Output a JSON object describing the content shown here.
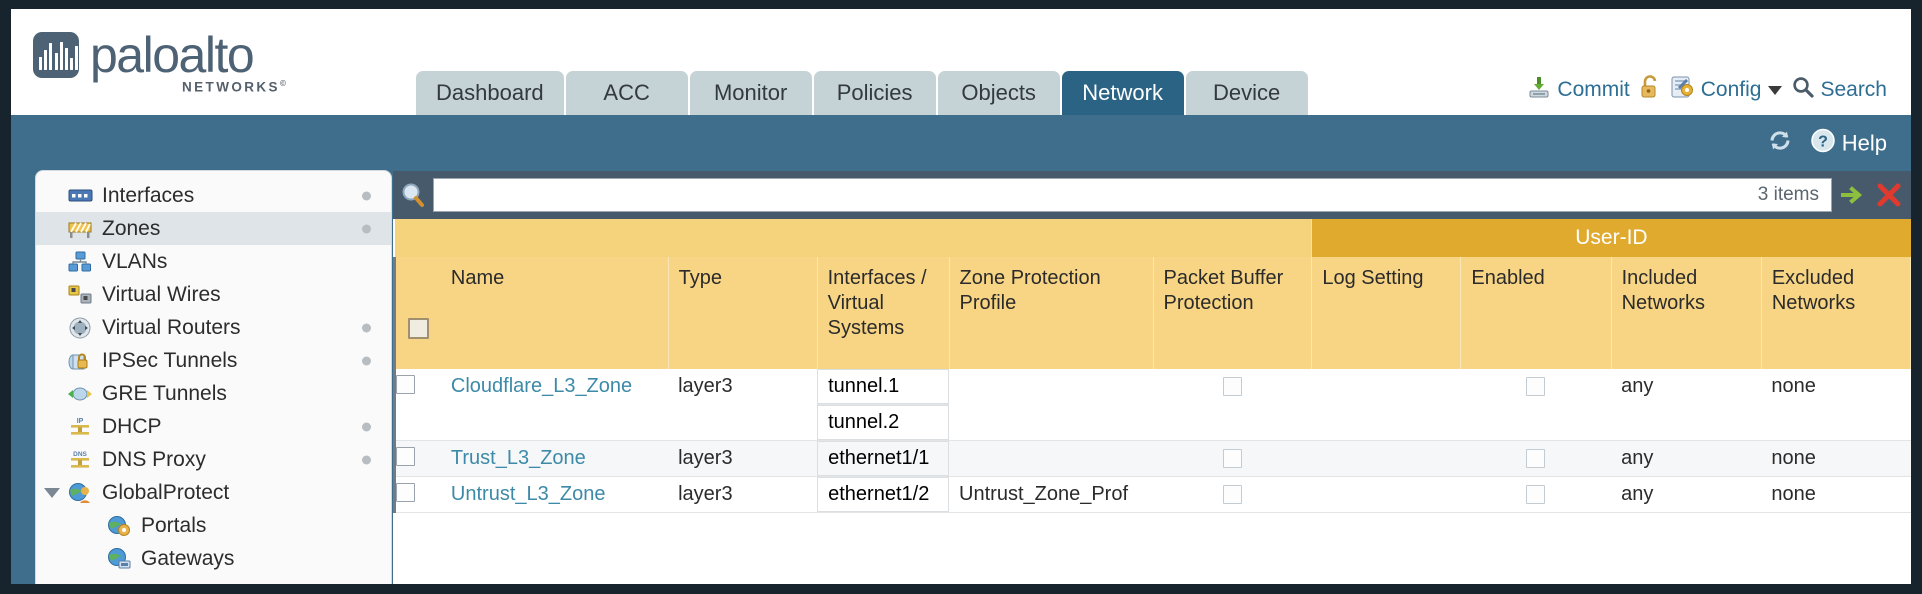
{
  "brand": {
    "name": "paloalto",
    "tagline": "NETWORKS",
    "registered": "©"
  },
  "header": {
    "tabs": [
      {
        "label": "Dashboard",
        "active": false
      },
      {
        "label": "ACC",
        "active": false
      },
      {
        "label": "Monitor",
        "active": false
      },
      {
        "label": "Policies",
        "active": false
      },
      {
        "label": "Objects",
        "active": false
      },
      {
        "label": "Network",
        "active": true
      },
      {
        "label": "Device",
        "active": false
      }
    ],
    "actions": {
      "commit": "Commit",
      "config": "Config",
      "search": "Search"
    }
  },
  "subbar": {
    "help": "Help"
  },
  "sidebar": {
    "items": [
      {
        "label": "Interfaces",
        "icon": "interfaces-icon",
        "selected": false,
        "dot": true,
        "sub": false,
        "arrow": false
      },
      {
        "label": "Zones",
        "icon": "zones-icon",
        "selected": true,
        "dot": true,
        "sub": false,
        "arrow": false
      },
      {
        "label": "VLANs",
        "icon": "vlans-icon",
        "selected": false,
        "dot": false,
        "sub": false,
        "arrow": false
      },
      {
        "label": "Virtual Wires",
        "icon": "virtual-wires-icon",
        "selected": false,
        "dot": false,
        "sub": false,
        "arrow": false
      },
      {
        "label": "Virtual Routers",
        "icon": "virtual-routers-icon",
        "selected": false,
        "dot": true,
        "sub": false,
        "arrow": false
      },
      {
        "label": "IPSec Tunnels",
        "icon": "ipsec-tunnels-icon",
        "selected": false,
        "dot": true,
        "sub": false,
        "arrow": false
      },
      {
        "label": "GRE Tunnels",
        "icon": "gre-tunnels-icon",
        "selected": false,
        "dot": false,
        "sub": false,
        "arrow": false
      },
      {
        "label": "DHCP",
        "icon": "dhcp-icon",
        "selected": false,
        "dot": true,
        "sub": false,
        "arrow": false
      },
      {
        "label": "DNS Proxy",
        "icon": "dns-proxy-icon",
        "selected": false,
        "dot": true,
        "sub": false,
        "arrow": false
      },
      {
        "label": "GlobalProtect",
        "icon": "globalprotect-icon",
        "selected": false,
        "dot": false,
        "sub": false,
        "arrow": true
      },
      {
        "label": "Portals",
        "icon": "portals-icon",
        "selected": false,
        "dot": false,
        "sub": true,
        "arrow": false
      },
      {
        "label": "Gateways",
        "icon": "gateways-icon",
        "selected": false,
        "dot": false,
        "sub": true,
        "arrow": false
      }
    ]
  },
  "search": {
    "value": "",
    "placeholder": "",
    "items_count": "3 items"
  },
  "table": {
    "group_header": {
      "user_id": "User-ID"
    },
    "columns": [
      "Name",
      "Type",
      "Interfaces / Virtual Systems",
      "Zone Protection Profile",
      "Packet Buffer Protection",
      "Log Setting",
      "Enabled",
      "Included Networks",
      "Excluded Networks"
    ],
    "columns_multiline": {
      "interfaces": [
        "Interfaces /",
        "Virtual",
        "Systems"
      ],
      "zone_protection": [
        "Zone Protection",
        "Profile"
      ],
      "packet_buffer": [
        "Packet Buffer",
        "Protection"
      ],
      "included": [
        "Included",
        "Networks"
      ],
      "excluded": [
        "Excluded",
        "Networks"
      ]
    },
    "rows": [
      {
        "selected": false,
        "name": "Cloudflare_L3_Zone",
        "type": "layer3",
        "interfaces": [
          "tunnel.1",
          "tunnel.2"
        ],
        "zone_protection_profile": "",
        "packet_buffer_protection": false,
        "log_setting": "",
        "user_id_enabled": false,
        "included_networks": "any",
        "excluded_networks": "none"
      },
      {
        "selected": false,
        "name": "Trust_L3_Zone",
        "type": "layer3",
        "interfaces": [
          "ethernet1/1"
        ],
        "zone_protection_profile": "",
        "packet_buffer_protection": false,
        "log_setting": "",
        "user_id_enabled": false,
        "included_networks": "any",
        "excluded_networks": "none"
      },
      {
        "selected": false,
        "name": "Untrust_L3_Zone",
        "type": "layer3",
        "interfaces": [
          "ethernet1/2"
        ],
        "zone_protection_profile": "Untrust_Zone_Prof",
        "packet_buffer_protection": false,
        "log_setting": "",
        "user_id_enabled": false,
        "included_networks": "any",
        "excluded_networks": "none"
      }
    ]
  },
  "colors": {
    "frame": "#17232d",
    "nav_active": "#2b6384",
    "subbar": "#3f6e8c",
    "table_header": "#f7d584",
    "table_group_header": "#dfaa2e",
    "link": "#3d8aa8",
    "searchbar": "#465a6b"
  }
}
